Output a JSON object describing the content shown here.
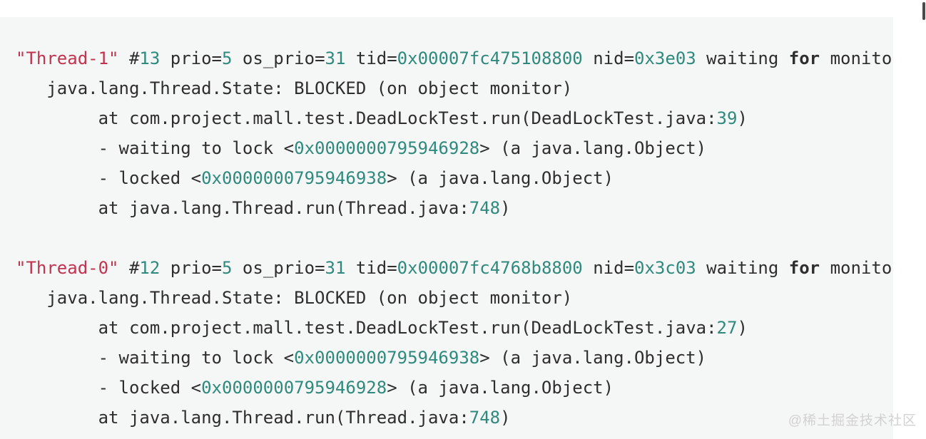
{
  "watermark": {
    "label": "@稀土掘金技术社区",
    "color": "#d2d2d2"
  },
  "scrollbar": {
    "color": "#4a4a4a"
  },
  "code_block": {
    "content_type": "java-thread-dump",
    "background": "#f5f6f6",
    "colors": {
      "plain": "#2e2e2e",
      "string": "#c1344f",
      "number": "#2f8a7d"
    },
    "lines": [
      {
        "segments": [
          {
            "text": "\"Thread-1\"",
            "style": "string"
          },
          {
            "text": " #",
            "style": "plain"
          },
          {
            "text": "13",
            "style": "number"
          },
          {
            "text": " prio=",
            "style": "plain"
          },
          {
            "text": "5",
            "style": "number"
          },
          {
            "text": " os_prio=",
            "style": "plain"
          },
          {
            "text": "31",
            "style": "number"
          },
          {
            "text": " tid=",
            "style": "plain"
          },
          {
            "text": "0x00007fc475108800",
            "style": "number"
          },
          {
            "text": " nid=",
            "style": "plain"
          },
          {
            "text": "0x3e03",
            "style": "number"
          },
          {
            "text": " waiting ",
            "style": "plain"
          },
          {
            "text": "for",
            "style": "keyword"
          },
          {
            "text": " monito",
            "style": "plain"
          }
        ]
      },
      {
        "segments": [
          {
            "text": "   java.lang.Thread.State: BLOCKED (on object monitor)",
            "style": "plain"
          }
        ]
      },
      {
        "segments": [
          {
            "text": "        at com.project.mall.test.DeadLockTest.run(DeadLockTest.java:",
            "style": "plain"
          },
          {
            "text": "39",
            "style": "number"
          },
          {
            "text": ")",
            "style": "plain"
          }
        ]
      },
      {
        "segments": [
          {
            "text": "        - waiting to lock <",
            "style": "plain"
          },
          {
            "text": "0x0000000795946928",
            "style": "number"
          },
          {
            "text": "> (a java.lang.Object)",
            "style": "plain"
          }
        ]
      },
      {
        "segments": [
          {
            "text": "        - locked <",
            "style": "plain"
          },
          {
            "text": "0x0000000795946938",
            "style": "number"
          },
          {
            "text": "> (a java.lang.Object)",
            "style": "plain"
          }
        ]
      },
      {
        "segments": [
          {
            "text": "        at java.lang.Thread.run(Thread.java:",
            "style": "plain"
          },
          {
            "text": "748",
            "style": "number"
          },
          {
            "text": ")",
            "style": "plain"
          }
        ]
      },
      {
        "segments": []
      },
      {
        "segments": [
          {
            "text": "\"Thread-0\"",
            "style": "string"
          },
          {
            "text": " #",
            "style": "plain"
          },
          {
            "text": "12",
            "style": "number"
          },
          {
            "text": " prio=",
            "style": "plain"
          },
          {
            "text": "5",
            "style": "number"
          },
          {
            "text": " os_prio=",
            "style": "plain"
          },
          {
            "text": "31",
            "style": "number"
          },
          {
            "text": " tid=",
            "style": "plain"
          },
          {
            "text": "0x00007fc4768b8800",
            "style": "number"
          },
          {
            "text": " nid=",
            "style": "plain"
          },
          {
            "text": "0x3c03",
            "style": "number"
          },
          {
            "text": " waiting ",
            "style": "plain"
          },
          {
            "text": "for",
            "style": "keyword"
          },
          {
            "text": " monito",
            "style": "plain"
          }
        ]
      },
      {
        "segments": [
          {
            "text": "   java.lang.Thread.State: BLOCKED (on object monitor)",
            "style": "plain"
          }
        ]
      },
      {
        "segments": [
          {
            "text": "        at com.project.mall.test.DeadLockTest.run(DeadLockTest.java:",
            "style": "plain"
          },
          {
            "text": "27",
            "style": "number"
          },
          {
            "text": ")",
            "style": "plain"
          }
        ]
      },
      {
        "segments": [
          {
            "text": "        - waiting to lock <",
            "style": "plain"
          },
          {
            "text": "0x0000000795946938",
            "style": "number"
          },
          {
            "text": "> (a java.lang.Object)",
            "style": "plain"
          }
        ]
      },
      {
        "segments": [
          {
            "text": "        - locked <",
            "style": "plain"
          },
          {
            "text": "0x0000000795946928",
            "style": "number"
          },
          {
            "text": "> (a java.lang.Object)",
            "style": "plain"
          }
        ]
      },
      {
        "segments": [
          {
            "text": "        at java.lang.Thread.run(Thread.java:",
            "style": "plain"
          },
          {
            "text": "748",
            "style": "number"
          },
          {
            "text": ")",
            "style": "plain"
          }
        ]
      }
    ]
  }
}
